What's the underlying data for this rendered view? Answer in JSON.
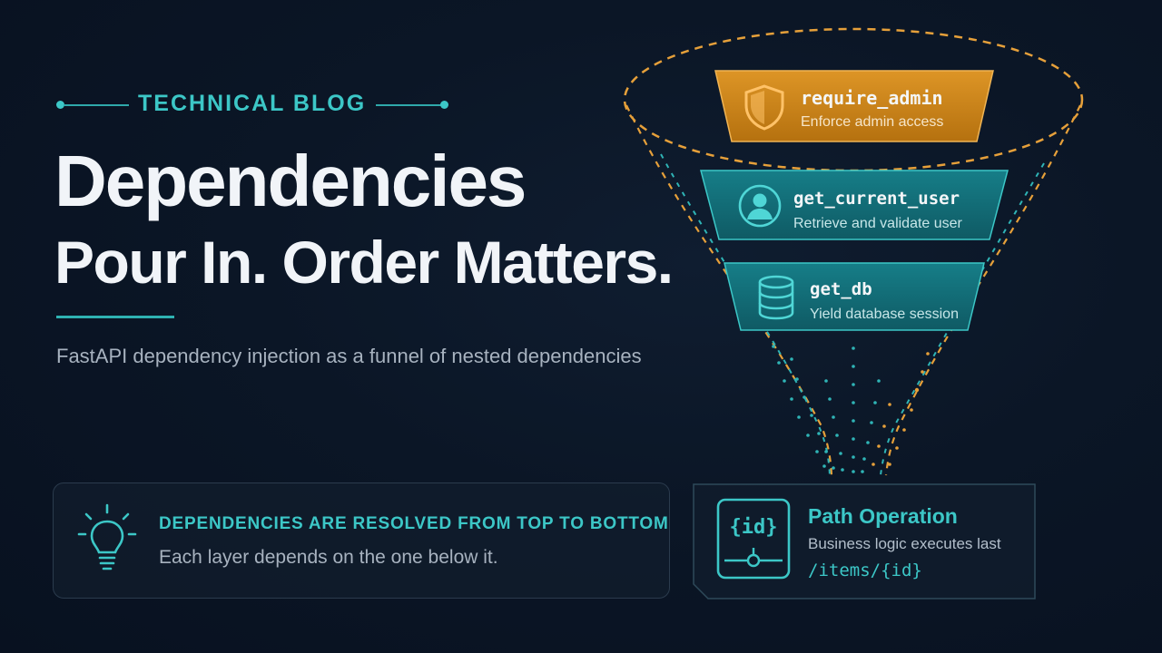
{
  "header": {
    "eyebrow": "TECHNICAL BLOG",
    "title_line_1": "Dependencies",
    "title_line_2": "Pour In. Order Matters.",
    "subtitle": "FastAPI dependency injection as a funnel of nested dependencies"
  },
  "note": {
    "icon": "lightbulb-icon",
    "title": "DEPENDENCIES ARE RESOLVED FROM TOP TO BOTTOM",
    "text": "Each layer depends on the one below it."
  },
  "funnel": {
    "layers": [
      {
        "name": "require_admin",
        "description": "Enforce admin access",
        "icon": "shield-icon",
        "color": "#d08a1f"
      },
      {
        "name": "get_current_user",
        "description": "Retrieve and validate user",
        "icon": "user-icon",
        "color": "#157781"
      },
      {
        "name": "get_db",
        "description": "Yield database session",
        "icon": "database-icon",
        "color": "#157781"
      }
    ]
  },
  "path_operation": {
    "icon_label": "{id}",
    "title": "Path Operation",
    "description": "Business logic executes last",
    "route": "/items/{id}"
  },
  "colors": {
    "accent_teal": "#3cc7c7",
    "accent_orange": "#e6a03a",
    "background": "#0b1626"
  }
}
